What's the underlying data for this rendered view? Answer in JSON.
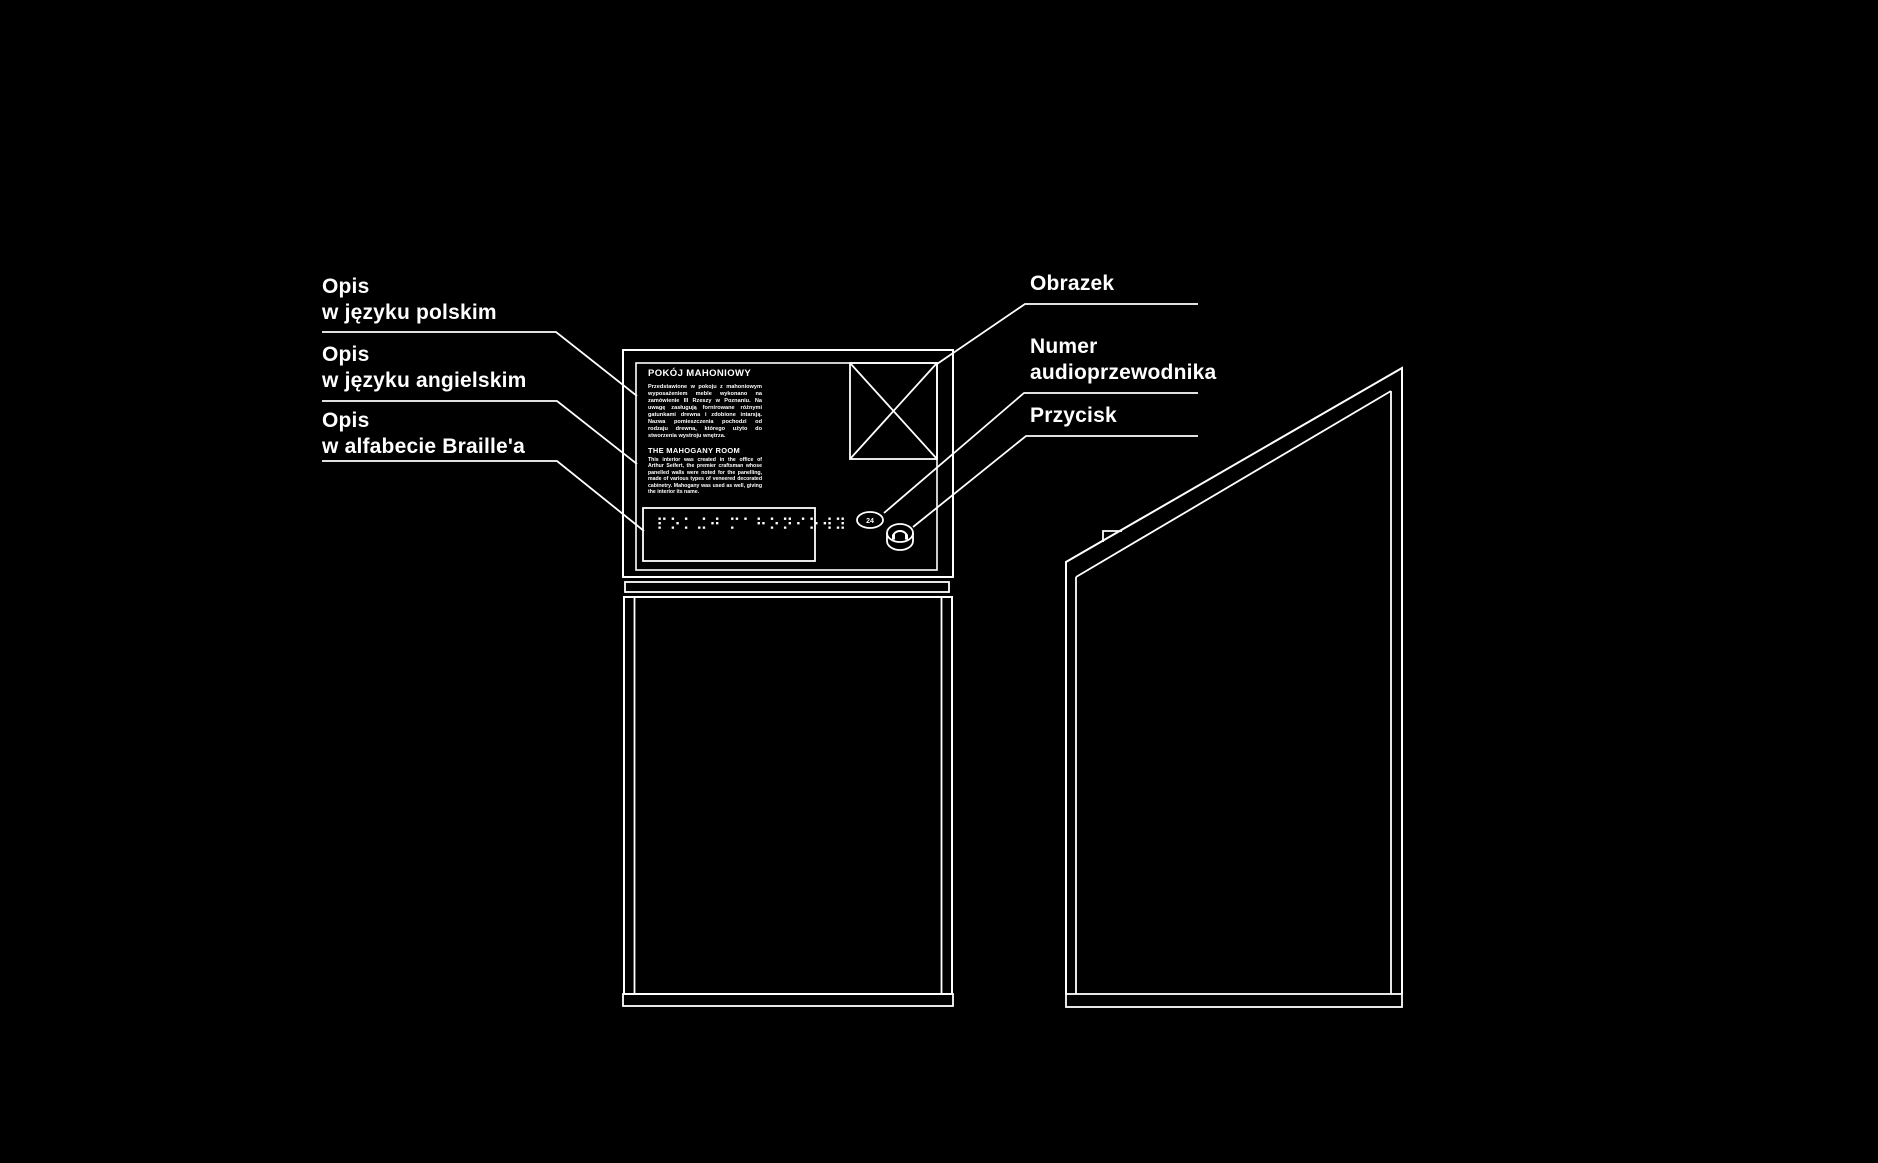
{
  "colors": {
    "background": "#000000",
    "line": "#ffffff",
    "text": "#ffffff"
  },
  "labels_left": [
    {
      "lines": [
        "Opis",
        "w języku polskim"
      ]
    },
    {
      "lines": [
        "Opis",
        "w języku angielskim"
      ]
    },
    {
      "lines": [
        "Opis",
        "w alfabecie Braille'a"
      ]
    }
  ],
  "labels_right": [
    {
      "lines": [
        "Obrazek"
      ]
    },
    {
      "lines": [
        "Numer",
        "audioprzewodnika"
      ]
    },
    {
      "lines": [
        "Przycisk"
      ]
    }
  ],
  "panel": {
    "polish_title": "POKÓJ MAHONIOWY",
    "polish_body": "Przedstawione w pokoju z mahoniowym wyposażeniem meble wykonano na zamówienie III Rzeszy w Poznaniu. Na uwagę zasługują fornirowane różnymi gatunkami drewna i zdobione intarsją. Nazwa pomieszczenia pochodzi od rodzaju drewna, którego użyto do stworzenia wystroju wnętrza.",
    "english_title": "THE MAHOGANY ROOM",
    "english_body": "This interior was created in the office of Arthur Seifert, the premier craftsman whose panelled walls were noted for the panelling, made of various types of veneered decorated cabinetry. Mahogany was used as well, giving the interior its name.",
    "braille_text": "⠏⠕⠅⠬⠚ ⠍⠁⠓⠕⠝⠊⠕⠺⠽",
    "audio_number": "24"
  }
}
